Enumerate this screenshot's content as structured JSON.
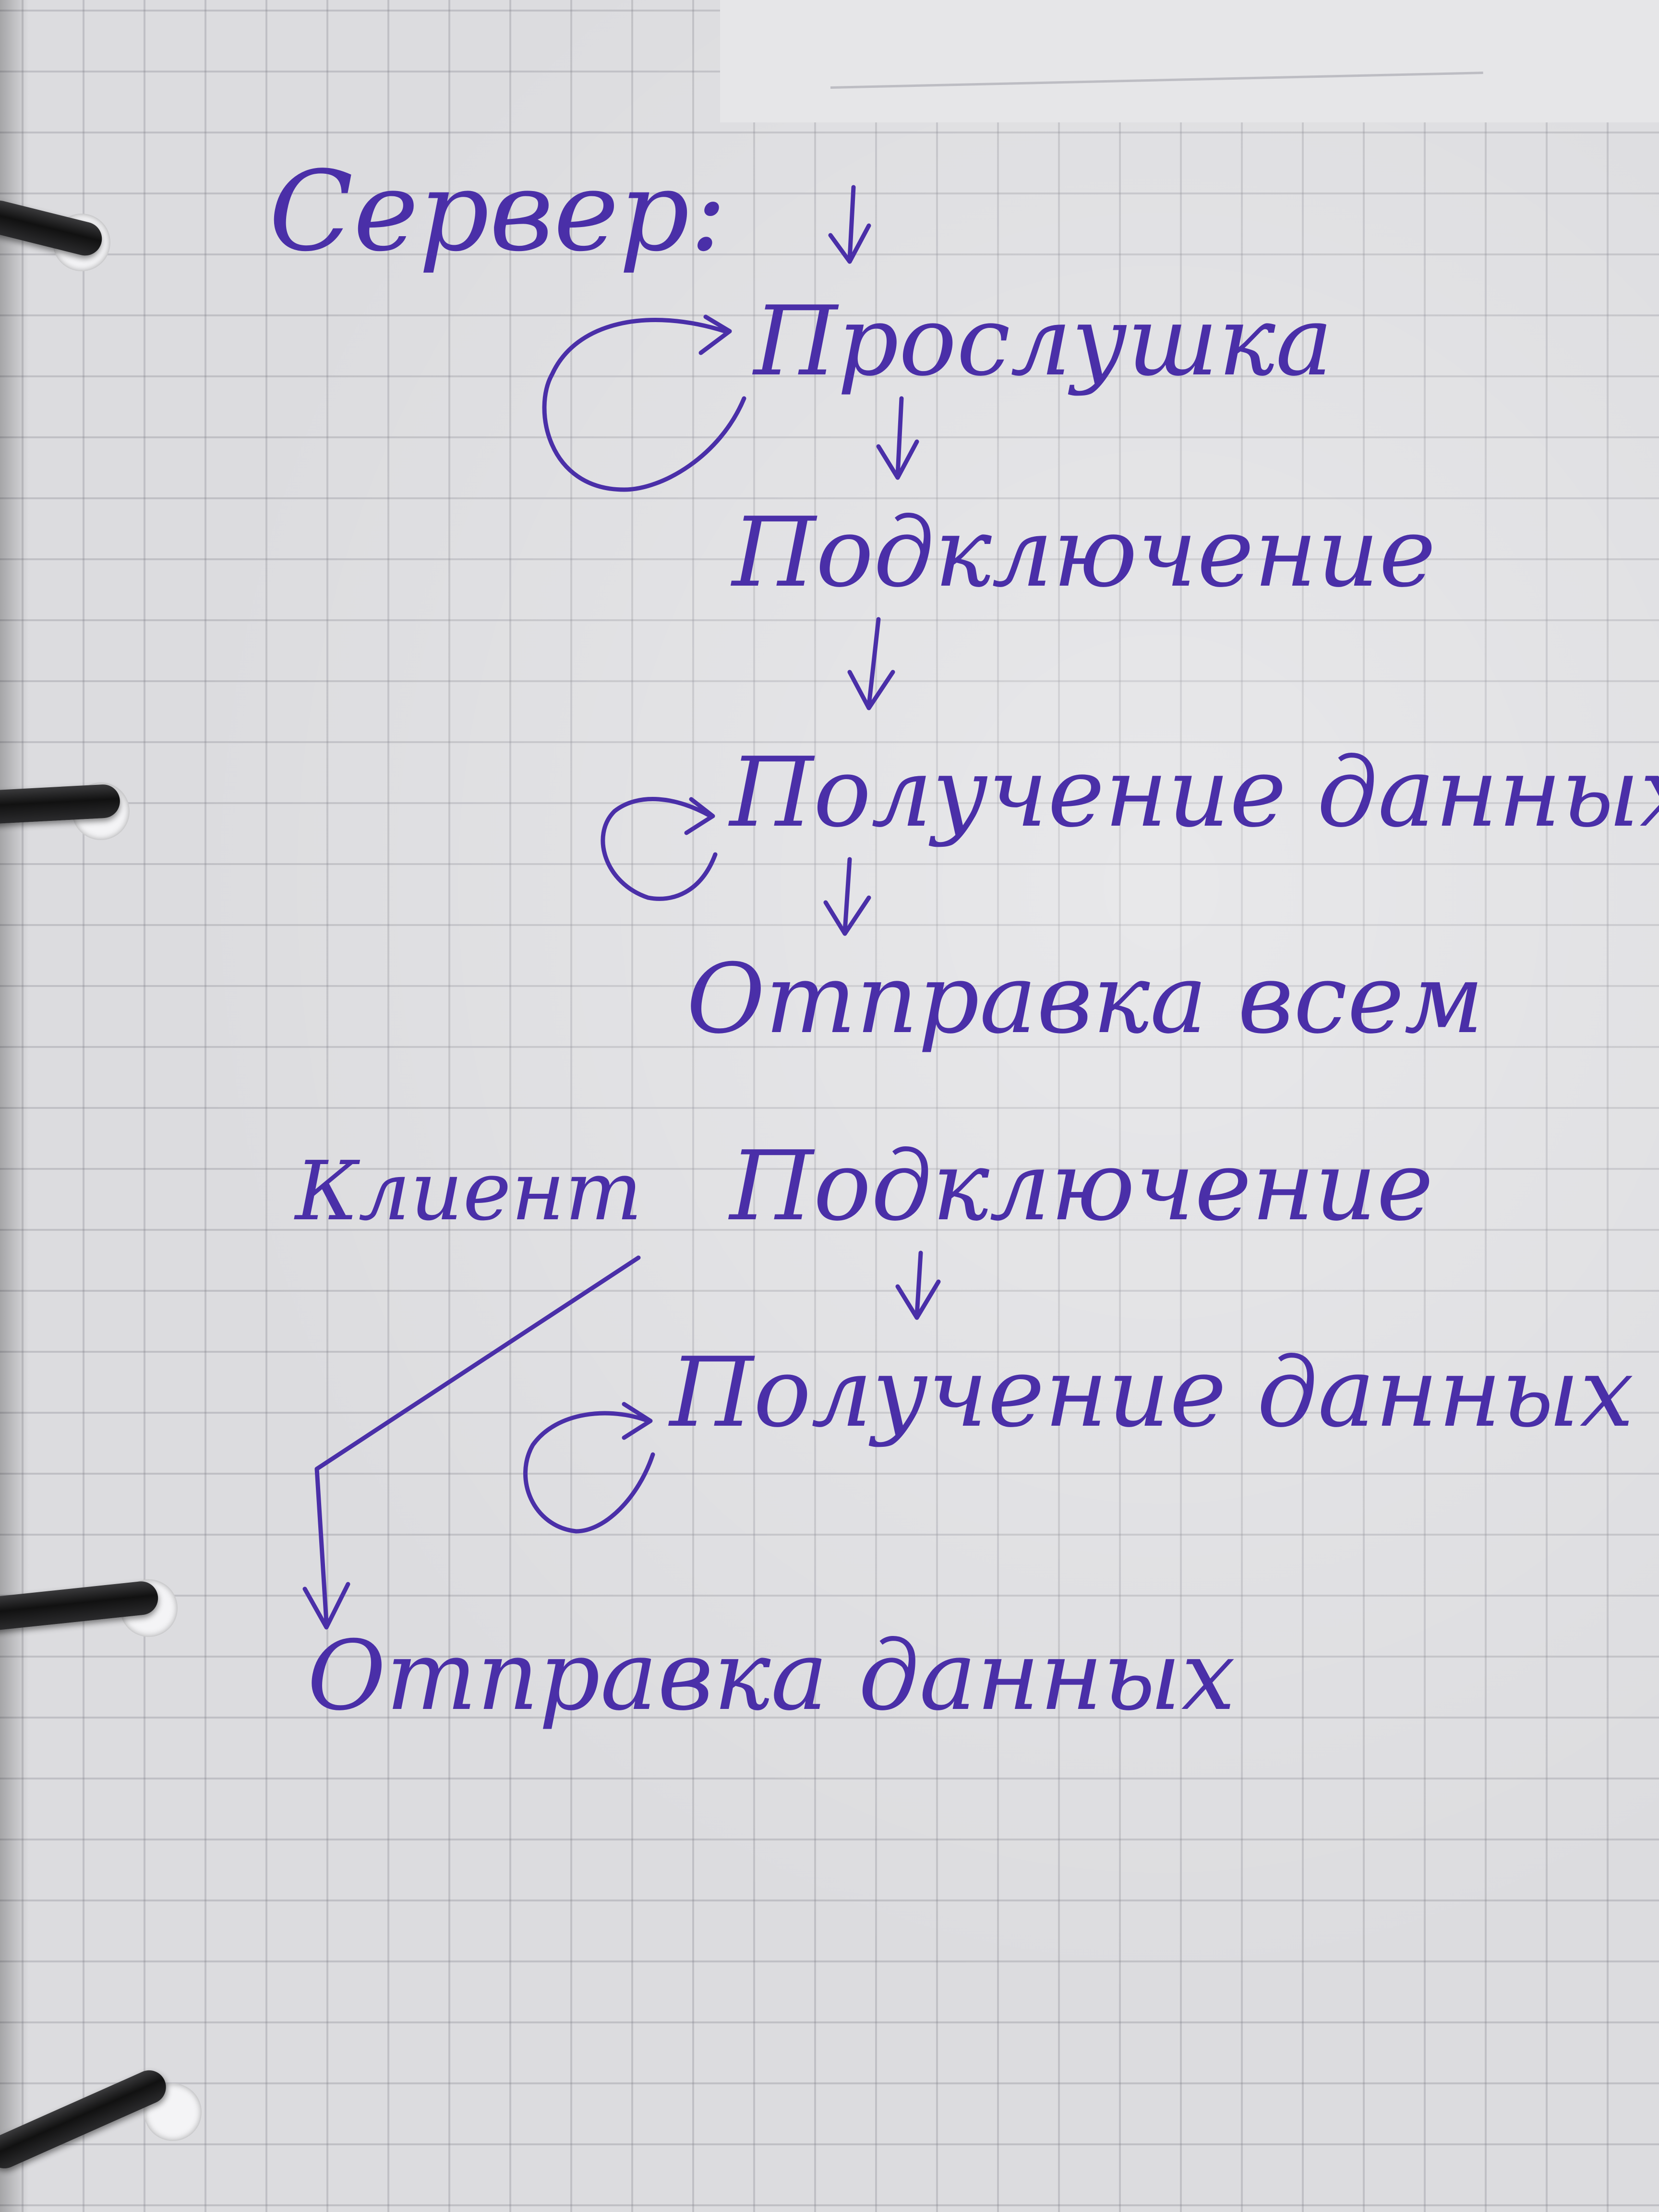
{
  "server": {
    "heading": "Сервер:",
    "steps": [
      "Прослушка",
      "Подключение",
      "Получение данных",
      "Отправка всем"
    ]
  },
  "client": {
    "heading": "Клиент",
    "steps": [
      "Подключение",
      "Получение данных",
      "Отправка данных"
    ]
  },
  "ink_color": "#4a2fa8",
  "paper_color": "#dcdcdf"
}
